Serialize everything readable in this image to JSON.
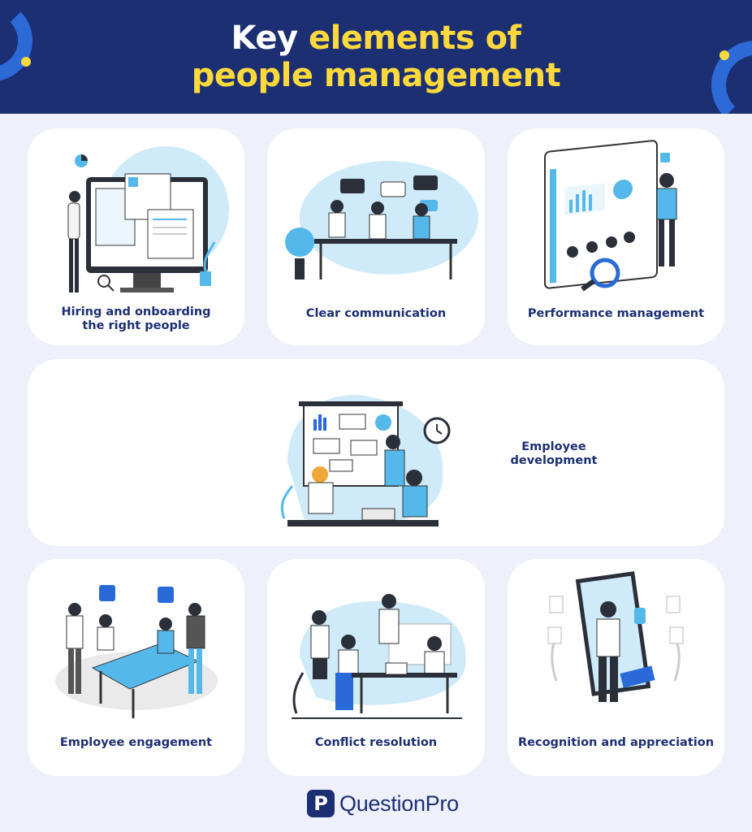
{
  "header": {
    "title_line1_plain": "Key ",
    "title_line1_accent": "elements of",
    "title_line2_accent": "people management"
  },
  "cards": [
    {
      "label_line1": "Hiring and onboarding",
      "label_line2": "the right people"
    },
    {
      "label": "Clear communication"
    },
    {
      "label": "Performance management"
    },
    {
      "label_line1": "Employee",
      "label_line2": "development"
    },
    {
      "label": "Employee engagement"
    },
    {
      "label": "Conflict resolution"
    },
    {
      "label": "Recognition and appreciation"
    }
  ],
  "footer": {
    "logo_mark": "P",
    "brand": "QuestionPro"
  },
  "colors": {
    "navy": "#1c2f73",
    "accent_yellow": "#ffd93b",
    "light_blue": "#55b8ea",
    "page_bg": "#eef0fb"
  }
}
